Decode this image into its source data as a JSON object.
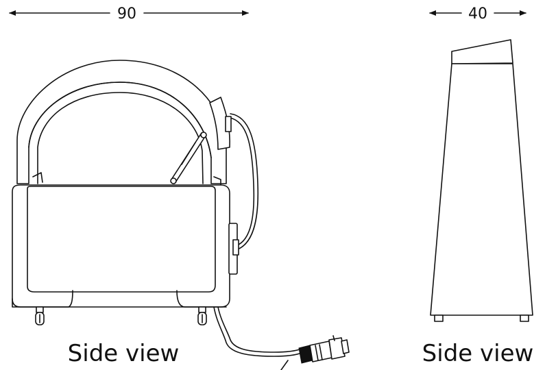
{
  "dimensions": {
    "width_label": "90",
    "depth_label": "40"
  },
  "captions": {
    "left": "Side view",
    "right": "Side view"
  },
  "colors": {
    "line": "#111111",
    "background": "#ffffff"
  }
}
